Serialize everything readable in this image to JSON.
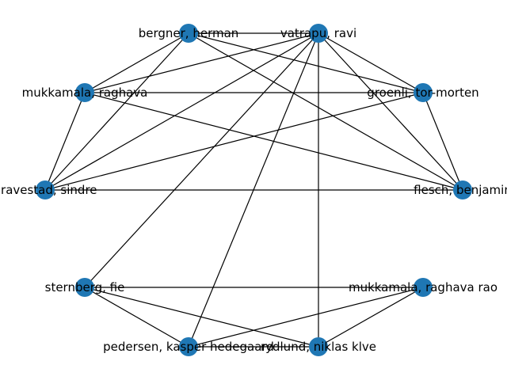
{
  "graph": {
    "node_color": "#1f77b4",
    "edge_color": "#000000",
    "nodes": [
      {
        "id": "bergner",
        "label": "bergner, herman"
      },
      {
        "id": "vatrapu",
        "label": "vatrapu, ravi"
      },
      {
        "id": "mukkamala",
        "label": "mukkamala, raghava"
      },
      {
        "id": "groenli",
        "label": "groenli, tor-morten"
      },
      {
        "id": "gravestad",
        "label": "gravestad, sindre"
      },
      {
        "id": "flesch",
        "label": "flesch, benjamin"
      },
      {
        "id": "sternberg",
        "label": "sternberg, fie"
      },
      {
        "id": "mukkamala_rao",
        "label": "mukkamala, raghava rao"
      },
      {
        "id": "pedersen",
        "label": "pedersen, kasper hedegaard"
      },
      {
        "id": "rydlund",
        "label": "rydlund, niklas klve"
      }
    ],
    "edges": [
      [
        "bergner",
        "vatrapu"
      ],
      [
        "bergner",
        "mukkamala"
      ],
      [
        "bergner",
        "gravestad"
      ],
      [
        "bergner",
        "groenli"
      ],
      [
        "bergner",
        "flesch"
      ],
      [
        "vatrapu",
        "mukkamala"
      ],
      [
        "vatrapu",
        "groenli"
      ],
      [
        "vatrapu",
        "gravestad"
      ],
      [
        "vatrapu",
        "flesch"
      ],
      [
        "vatrapu",
        "sternberg"
      ],
      [
        "vatrapu",
        "pedersen"
      ],
      [
        "vatrapu",
        "rydlund"
      ],
      [
        "mukkamala",
        "groenli"
      ],
      [
        "mukkamala",
        "gravestad"
      ],
      [
        "mukkamala",
        "flesch"
      ],
      [
        "groenli",
        "gravestad"
      ],
      [
        "groenli",
        "flesch"
      ],
      [
        "gravestad",
        "flesch"
      ],
      [
        "sternberg",
        "mukkamala_rao"
      ],
      [
        "sternberg",
        "pedersen"
      ],
      [
        "sternberg",
        "rydlund"
      ],
      [
        "mukkamala_rao",
        "pedersen"
      ],
      [
        "mukkamala_rao",
        "rydlund"
      ],
      [
        "pedersen",
        "rydlund"
      ]
    ]
  }
}
